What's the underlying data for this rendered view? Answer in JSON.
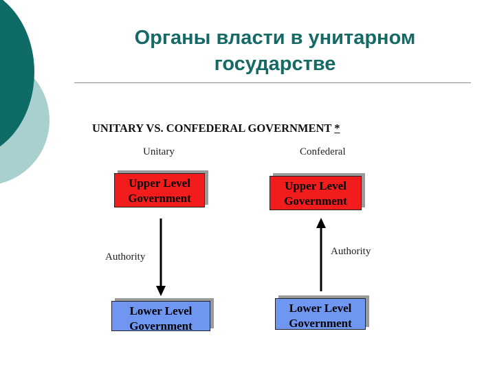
{
  "slide": {
    "title_line1": "Органы власти в унитарном",
    "title_line2": "государстве"
  },
  "figure": {
    "title": "UNITARY VS. CONFEDERAL GOVERNMENT",
    "title_mark": "*"
  },
  "unitary": {
    "label": "Unitary",
    "upper_line1": "Upper Level",
    "upper_line2": "Government",
    "authority": "Authority",
    "lower_line1": "Lower Level",
    "lower_line2": "Government"
  },
  "confederal": {
    "label": "Confederal",
    "upper_line1": "Upper Level",
    "upper_line2": "Government",
    "authority": "Authority",
    "lower_line1": "Lower Level",
    "lower_line2": "Government"
  },
  "colors": {
    "title": "#156a66",
    "upper_box": "#f21c1c",
    "lower_box": "#6f97f2",
    "decor_dark": "#0f6b66",
    "decor_light": "#a9d0cf"
  }
}
